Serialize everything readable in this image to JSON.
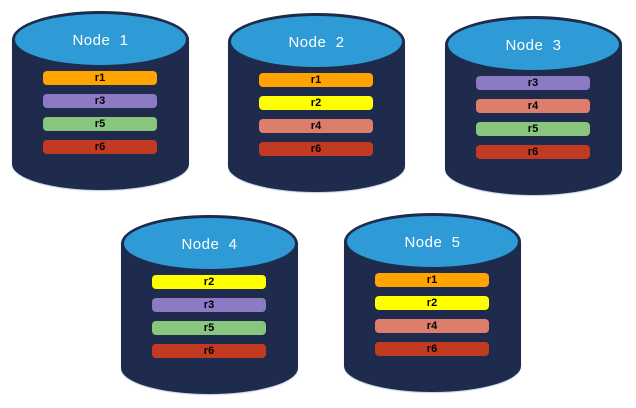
{
  "diagram": {
    "description_visible_text_only": true,
    "colors": {
      "cylinder_body": "#1E2B4D",
      "cylinder_top": "#2E9BD6",
      "node_label_text": "#FFFFFF",
      "replica_label_text": "#000000",
      "replica_colors": {
        "r1": "#FFA400",
        "r2": "#FFFF00",
        "r3": "#8C7BC4",
        "r4": "#DC7E6B",
        "r5": "#88C67E",
        "r6": "#C33A22"
      }
    },
    "nodes": [
      {
        "label": "Node  1",
        "replicas": [
          "r1",
          "r3",
          "r5",
          "r6"
        ]
      },
      {
        "label": "Node  2",
        "replicas": [
          "r1",
          "r2",
          "r4",
          "r6"
        ]
      },
      {
        "label": "Node  3",
        "replicas": [
          "r3",
          "r4",
          "r5",
          "r6"
        ]
      },
      {
        "label": "Node  4",
        "replicas": [
          "r2",
          "r3",
          "r5",
          "r6"
        ]
      },
      {
        "label": "Node  5",
        "replicas": [
          "r1",
          "r2",
          "r4",
          "r6"
        ]
      }
    ]
  }
}
